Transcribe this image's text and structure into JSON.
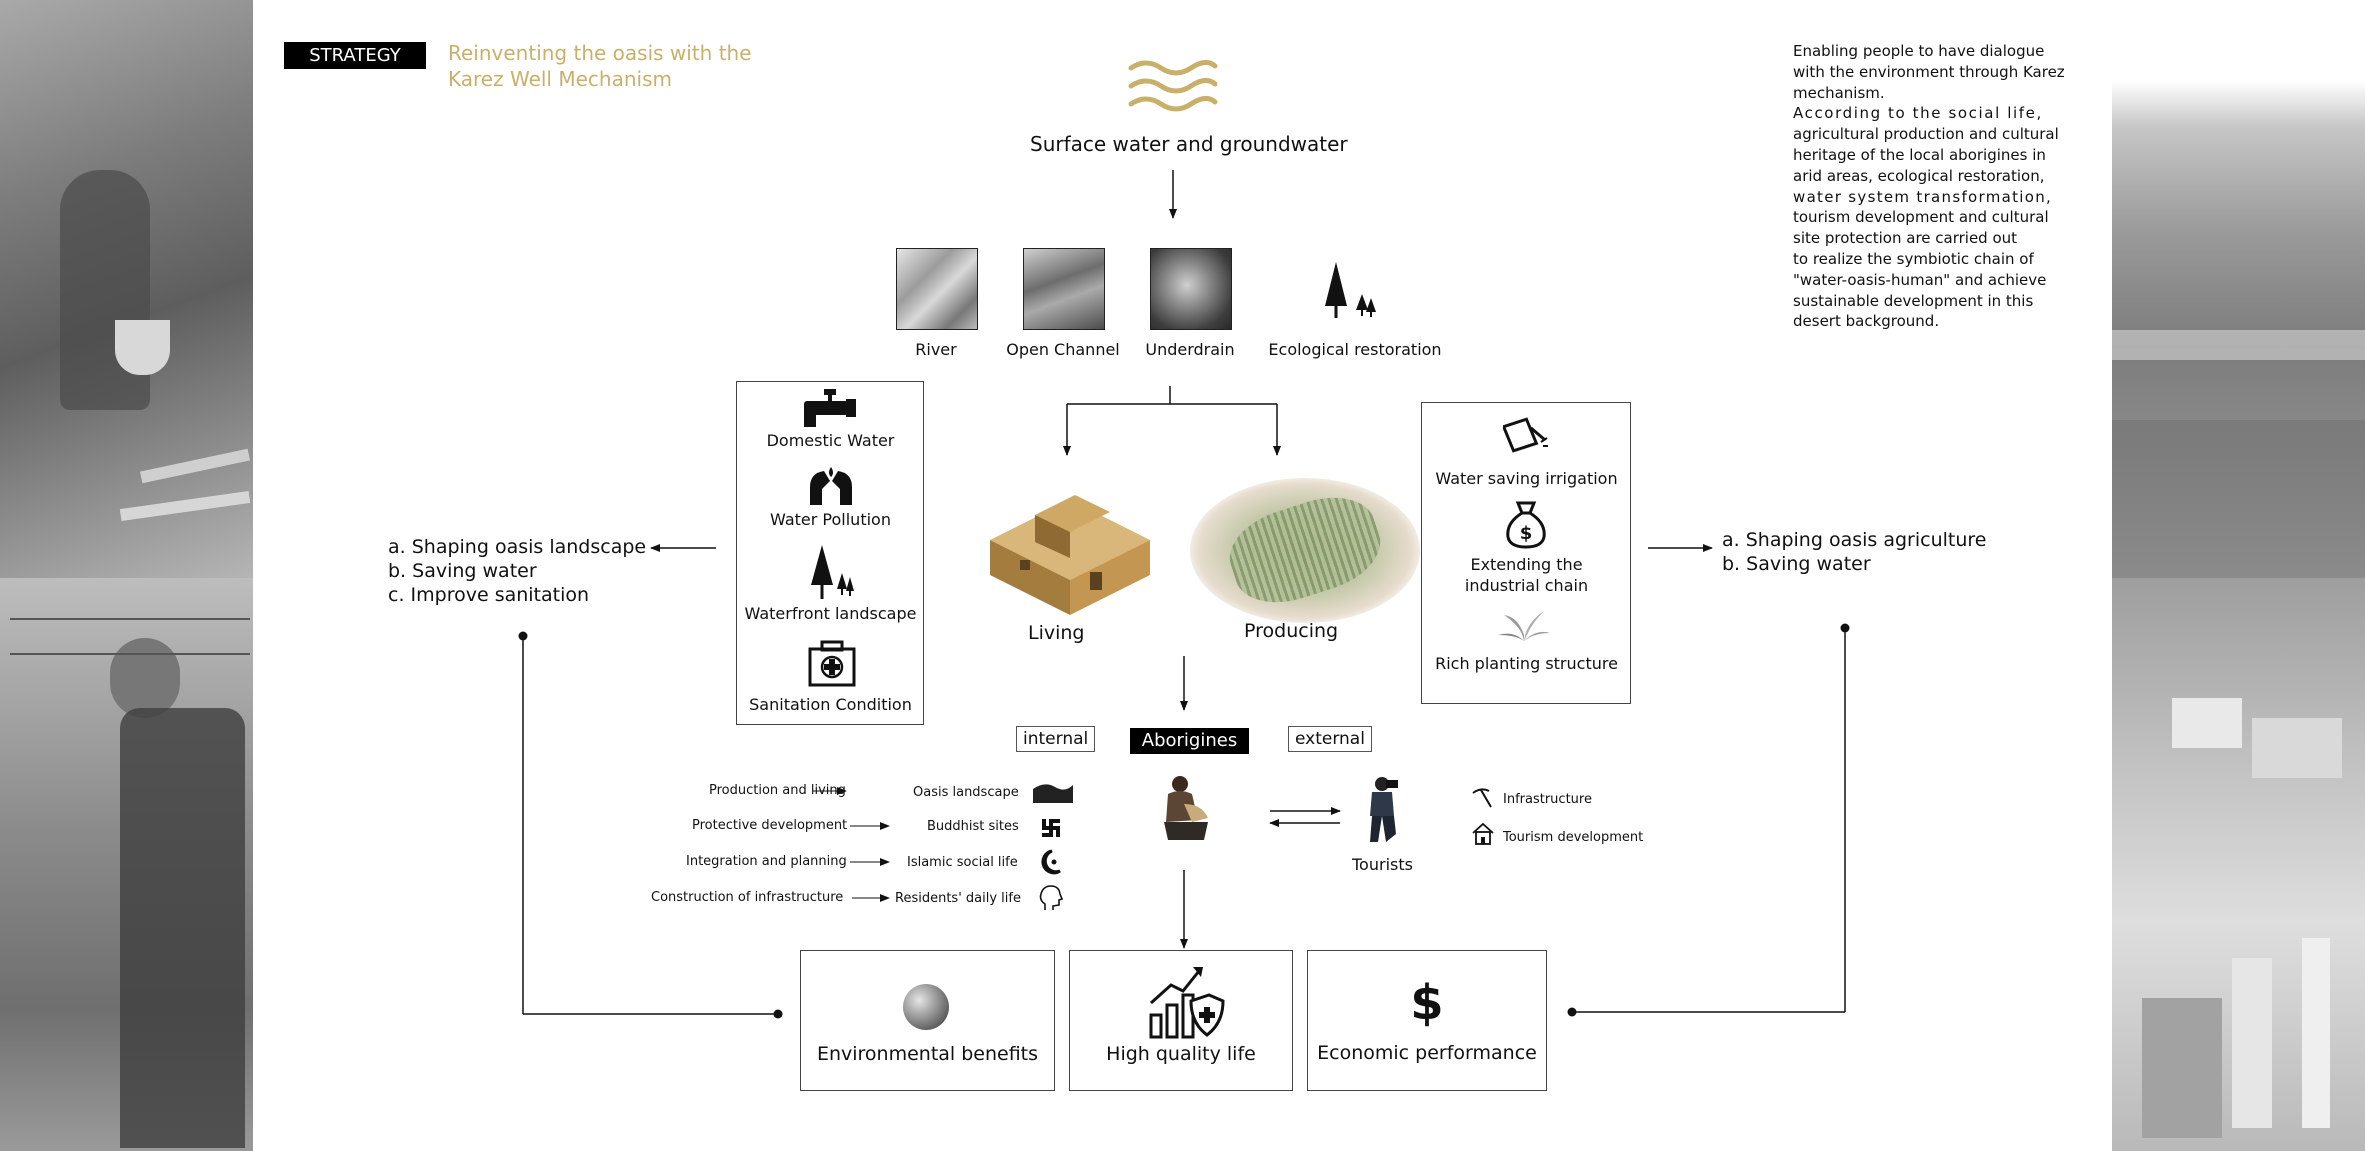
{
  "header": {
    "tag": "STRATEGY",
    "title_line1": "Reinventing the oasis with the",
    "title_line2": "Karez Well Mechanism"
  },
  "intro_text": [
    "Enabling people to have dialogue",
    "with the environment through Karez",
    "mechanism.",
    "According to the social life,",
    "agricultural production and cultural",
    "heritage of the local aborigines in",
    "arid areas, ecological restoration,",
    "water system transformation,",
    "tourism development and cultural",
    "site protection are carried out",
    "to realize the symbiotic chain of",
    "\"water-oasis-human\" and achieve",
    "sustainable development in this",
    "desert background."
  ],
  "source": {
    "label": "Surface water and groundwater"
  },
  "channels": [
    {
      "label": "River"
    },
    {
      "label": "Open Channel"
    },
    {
      "label": "Underdrain"
    },
    {
      "label": "Ecological restoration"
    }
  ],
  "living_box": {
    "items": [
      {
        "label": "Domestic Water",
        "icon": "faucet-icon"
      },
      {
        "label": "Water Pollution",
        "icon": "hands-icon"
      },
      {
        "label": "Waterfront landscape",
        "icon": "trees-icon"
      },
      {
        "label": "Sanitation Condition",
        "icon": "first-aid-icon"
      }
    ]
  },
  "producing_box": {
    "items": [
      {
        "label": "Water saving irrigation",
        "icon": "watering-can-icon"
      },
      {
        "label_line1": "Extending the",
        "label_line2": "industrial chain",
        "icon": "money-bag-icon"
      },
      {
        "label": "Rich planting structure",
        "icon": "plant-icon"
      }
    ]
  },
  "left_outcomes": [
    "a. Shaping oasis landscape",
    "b. Saving water",
    "c. Improve sanitation"
  ],
  "right_outcomes": [
    "a. Shaping oasis agriculture",
    "b. Saving water"
  ],
  "center": {
    "living": "Living",
    "producing": "Producing"
  },
  "people": {
    "internal": "internal",
    "aborigines": "Aborigines",
    "external": "external",
    "tourists": "Tourists"
  },
  "internal_rows": [
    {
      "action": "Production and living",
      "target": "Oasis landscape"
    },
    {
      "action": "Protective development",
      "target": "Buddhist sites"
    },
    {
      "action": "Integration and planning",
      "target": "Islamic social life"
    },
    {
      "action": "Construction of infrastructure",
      "target": "Residents' daily life"
    }
  ],
  "external_items": [
    {
      "label": "Infrastructure",
      "icon": "pickaxe-icon"
    },
    {
      "label": "Tourism development",
      "icon": "house-icon"
    }
  ],
  "benefits": [
    {
      "label": "Environmental benefits",
      "icon": "globe-icon"
    },
    {
      "label": "High quality life",
      "icon": "growth-shield-icon"
    },
    {
      "label": "Economic performance",
      "icon": "dollar-icon"
    }
  ],
  "colors": {
    "accent": "#c9b06a",
    "tag_bg": "#000000",
    "line": "#111111"
  }
}
